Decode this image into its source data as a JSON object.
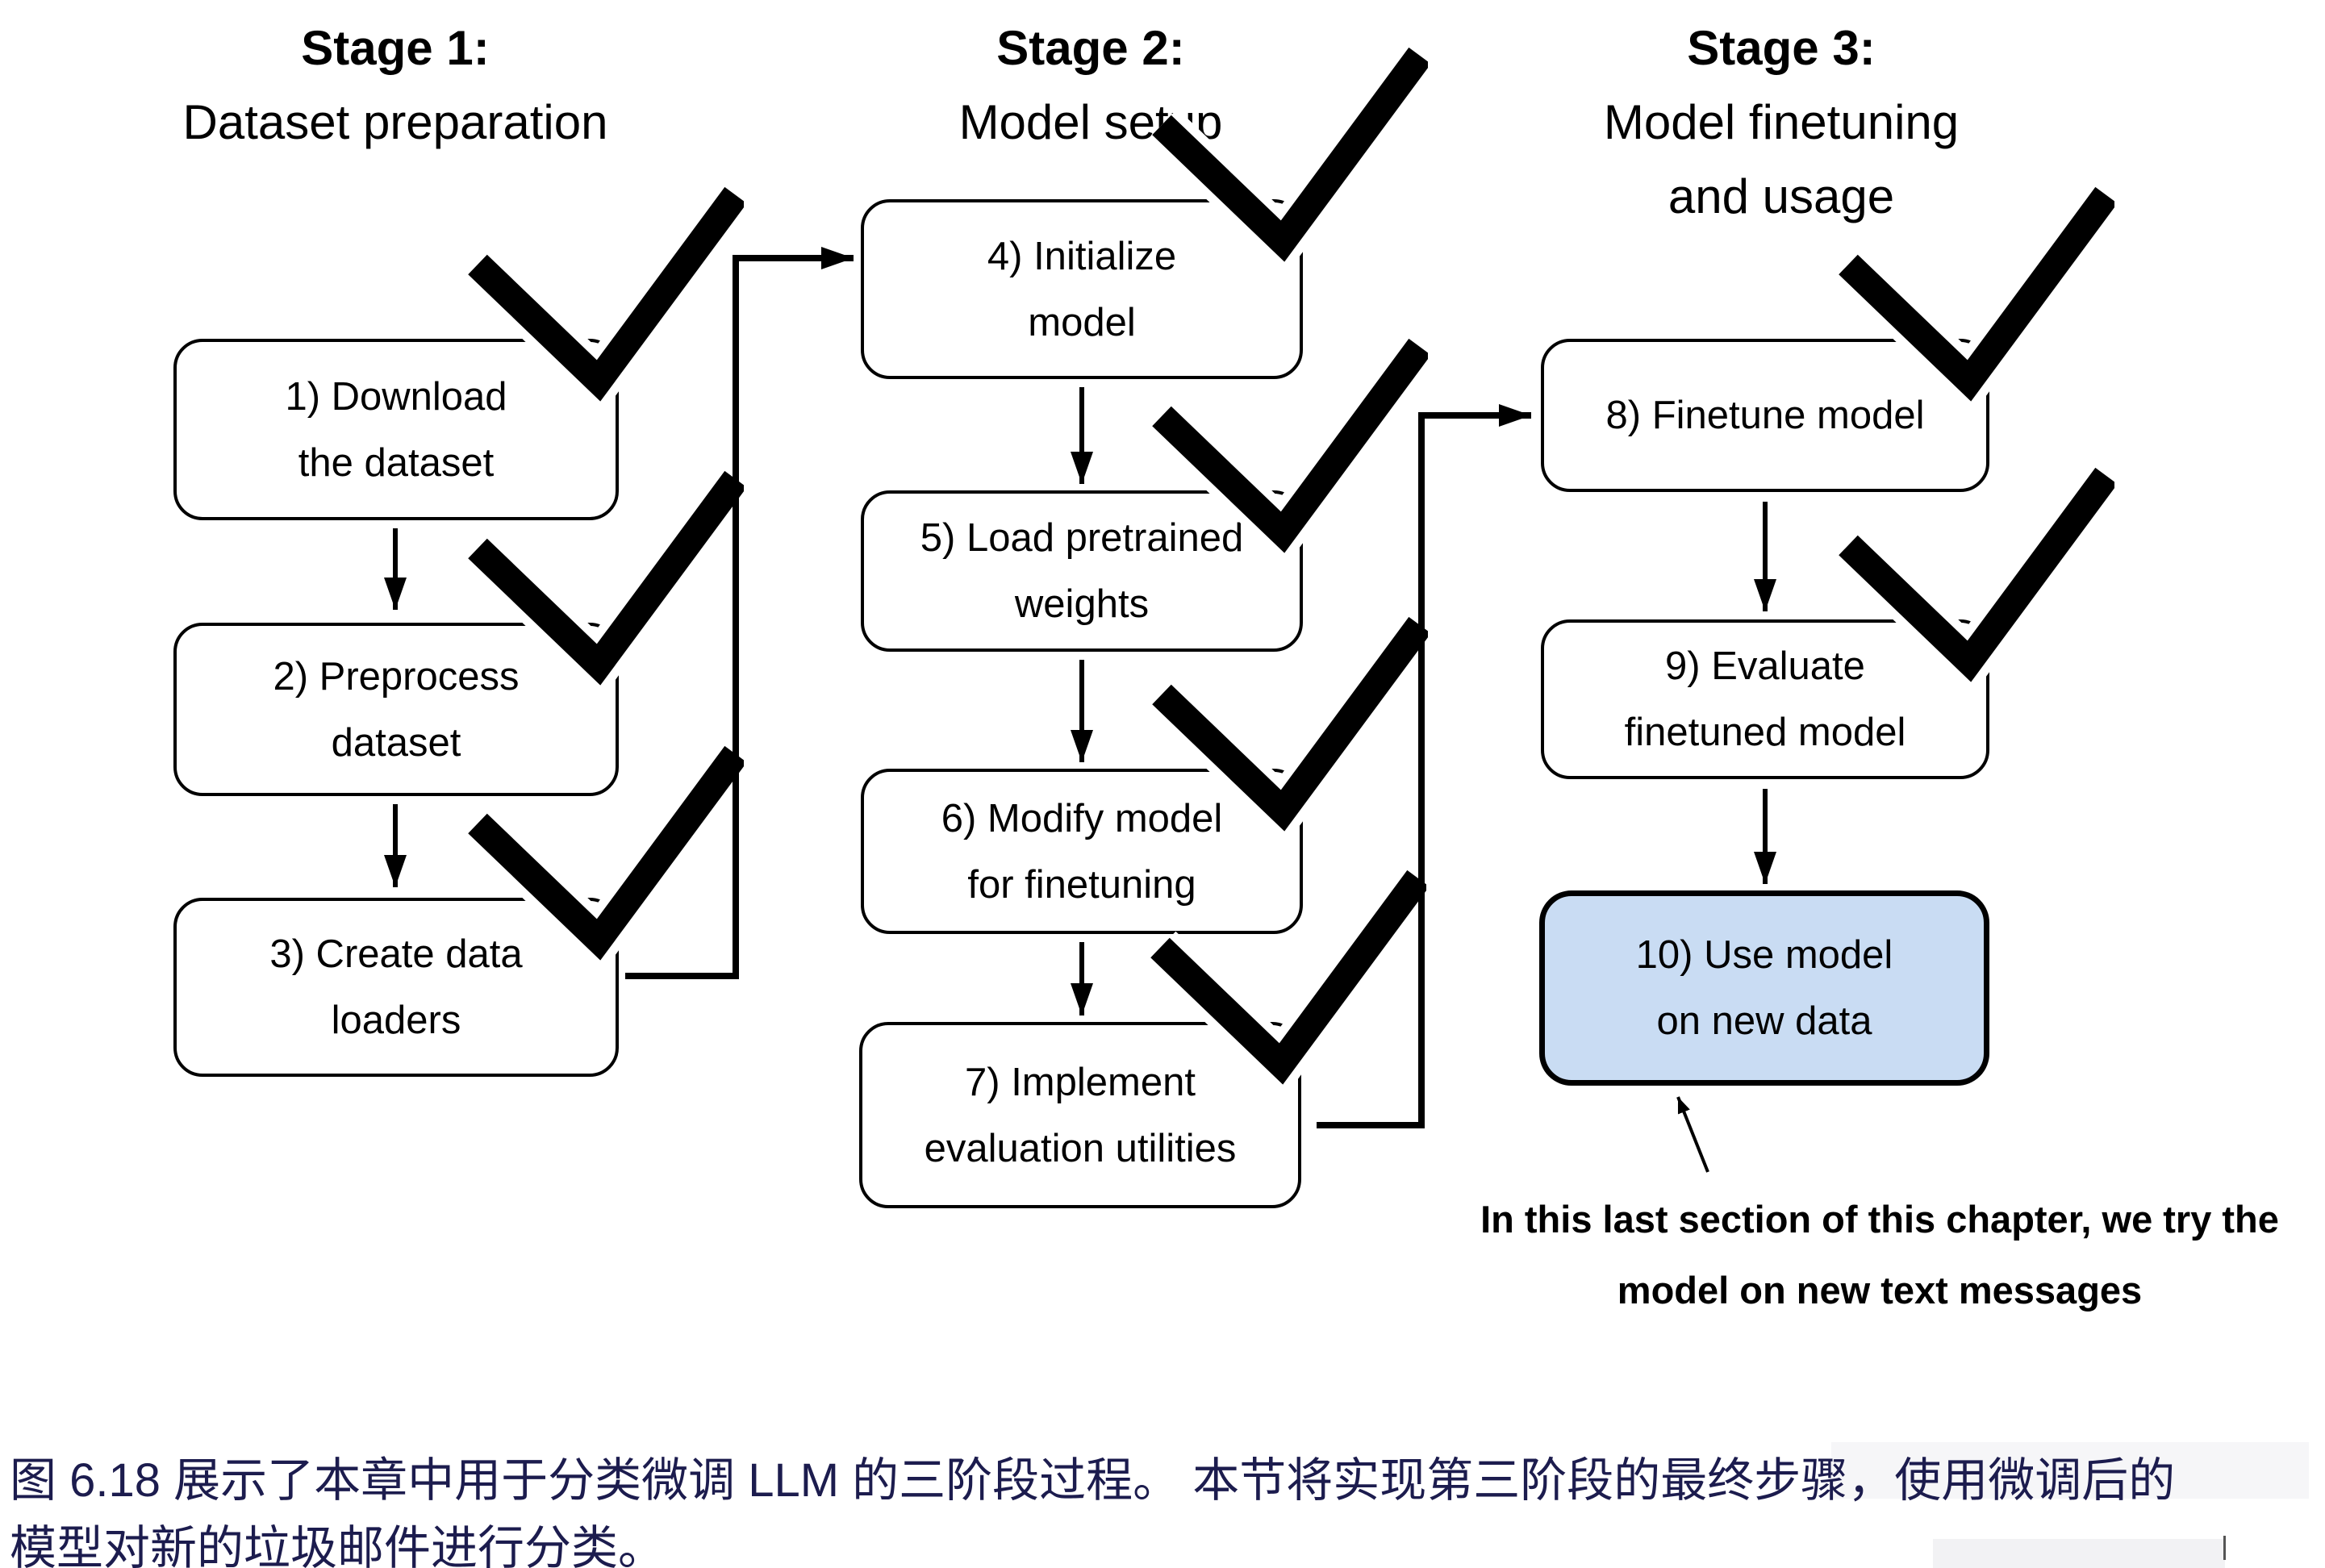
{
  "figure": {
    "stages": [
      {
        "title": "Stage 1:",
        "subtitle": "Dataset preparation",
        "boxes": [
          {
            "label": "1) Download\nthe dataset",
            "done": true
          },
          {
            "label": "2) Preprocess\ndataset",
            "done": true
          },
          {
            "label": "3) Create data\nloaders",
            "done": true
          }
        ]
      },
      {
        "title": "Stage 2:",
        "subtitle": "Model setup",
        "boxes": [
          {
            "label": "4) Initialize\nmodel",
            "done": true
          },
          {
            "label": "5) Load pretrained\nweights",
            "done": true
          },
          {
            "label": "6) Modify model\nfor finetuning",
            "done": true
          },
          {
            "label": "7) Implement\nevaluation utilities",
            "done": true
          }
        ]
      },
      {
        "title": "Stage 3:",
        "subtitle": "Model finetuning\nand usage",
        "boxes": [
          {
            "label": "8) Finetune model",
            "done": true
          },
          {
            "label": "9) Evaluate\nfinetuned model",
            "done": true
          },
          {
            "label": "10) Use model\non new data",
            "done": false,
            "highlighted": true
          }
        ]
      }
    ],
    "annotation": "In this last section of this chapter, we try the\nmodel on new text messages",
    "colors": {
      "box_border": "#000000",
      "box_fill": "#ffffff",
      "highlight_fill": "#c9dcf3",
      "checkmark": "#000000",
      "caption_text": "#1c1c4e"
    }
  },
  "caption": {
    "text": "图 6.18 展示了本章中用于分类微调 LLM 的三阶段过程。  本节将实现第三阶段的最终步骤，使用微调后的\n模型对新的垃圾邮件进行分类。"
  }
}
